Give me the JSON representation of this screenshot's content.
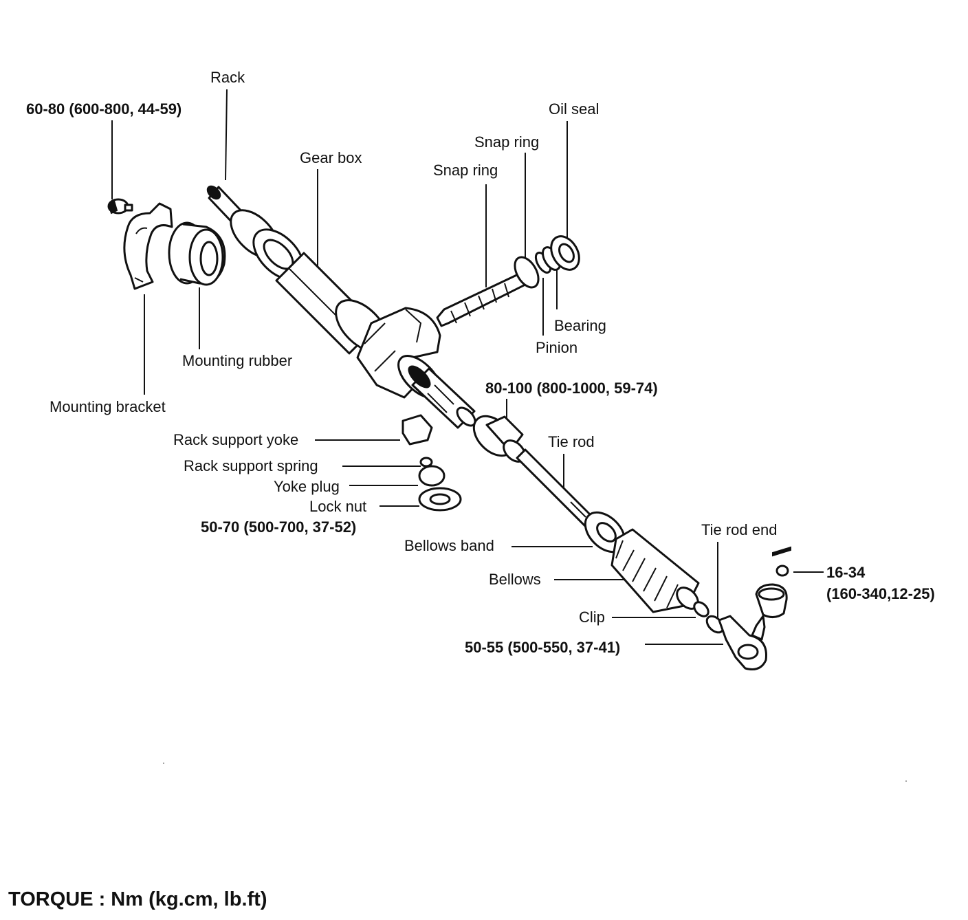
{
  "labels": {
    "rack": "Rack",
    "bracket_torque": "60-80 (600-800, 44-59)",
    "gear_box": "Gear box",
    "oil_seal": "Oil seal",
    "snap_ring_outer": "Snap ring",
    "snap_ring_inner": "Snap ring",
    "bearing": "Bearing",
    "pinion": "Pinion",
    "mounting_rubber": "Mounting rubber",
    "mounting_bracket": "Mounting bracket",
    "tie_rod_torque": "80-100 (800-1000, 59-74)",
    "tie_rod": "Tie rod",
    "rack_support_yoke": "Rack support yoke",
    "rack_support_spring": "Rack support spring",
    "yoke_plug": "Yoke plug",
    "lock_nut": "Lock nut",
    "lock_nut_torque": "50-70 (500-700, 37-52)",
    "tie_rod_end": "Tie rod end",
    "bellows_band": "Bellows band",
    "bellows": "Bellows",
    "clip": "Clip",
    "tie_rod_end_torque": "50-55 (500-550, 37-41)",
    "castle_nut_torque_line1": "16-34",
    "castle_nut_torque_line2": "(160-340,12-25)"
  },
  "footer": "TORQUE : Nm (kg.cm, lb.ft)"
}
